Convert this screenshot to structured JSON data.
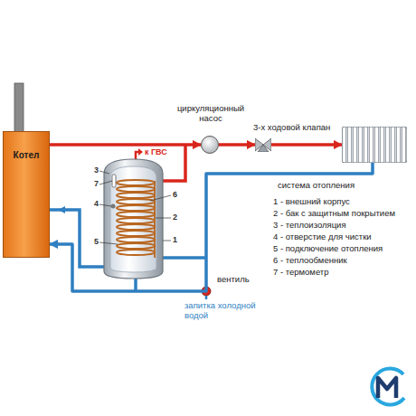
{
  "diagram": {
    "nodes": [
      {
        "text": [
          "Котел"
        ]
      },
      {
        "text": [
          "циркуляционный насос"
        ]
      },
      {
        "text": [
          "3-х ходовой клапан"
        ]
      },
      {
        "text": [
          "система отопления"
        ]
      }
    ],
    "edges": [
      {
        "from": 0,
        "to": 1,
        "arrow": "to"
      },
      {
        "from": 1,
        "to": 2,
        "arrow": "to"
      },
      {
        "from": 2,
        "to": 3,
        "arrow": "to"
      },
      {
        "from": 3,
        "to": 0,
        "arrow": "to"
      }
    ],
    "labels": [
      "к ГВС",
      "1",
      "2",
      "3",
      "4",
      "5",
      "6",
      "7",
      "1 - внешний корпус",
      "2 - бак с защитным покрытием",
      "3 - теплоизоляция",
      "4 - отверстие для чистки",
      "5 - подключение отопления",
      "6 - теплообменник",
      "7 - термометр",
      "вентиль",
      "запитка холодной водой"
    ]
  }
}
